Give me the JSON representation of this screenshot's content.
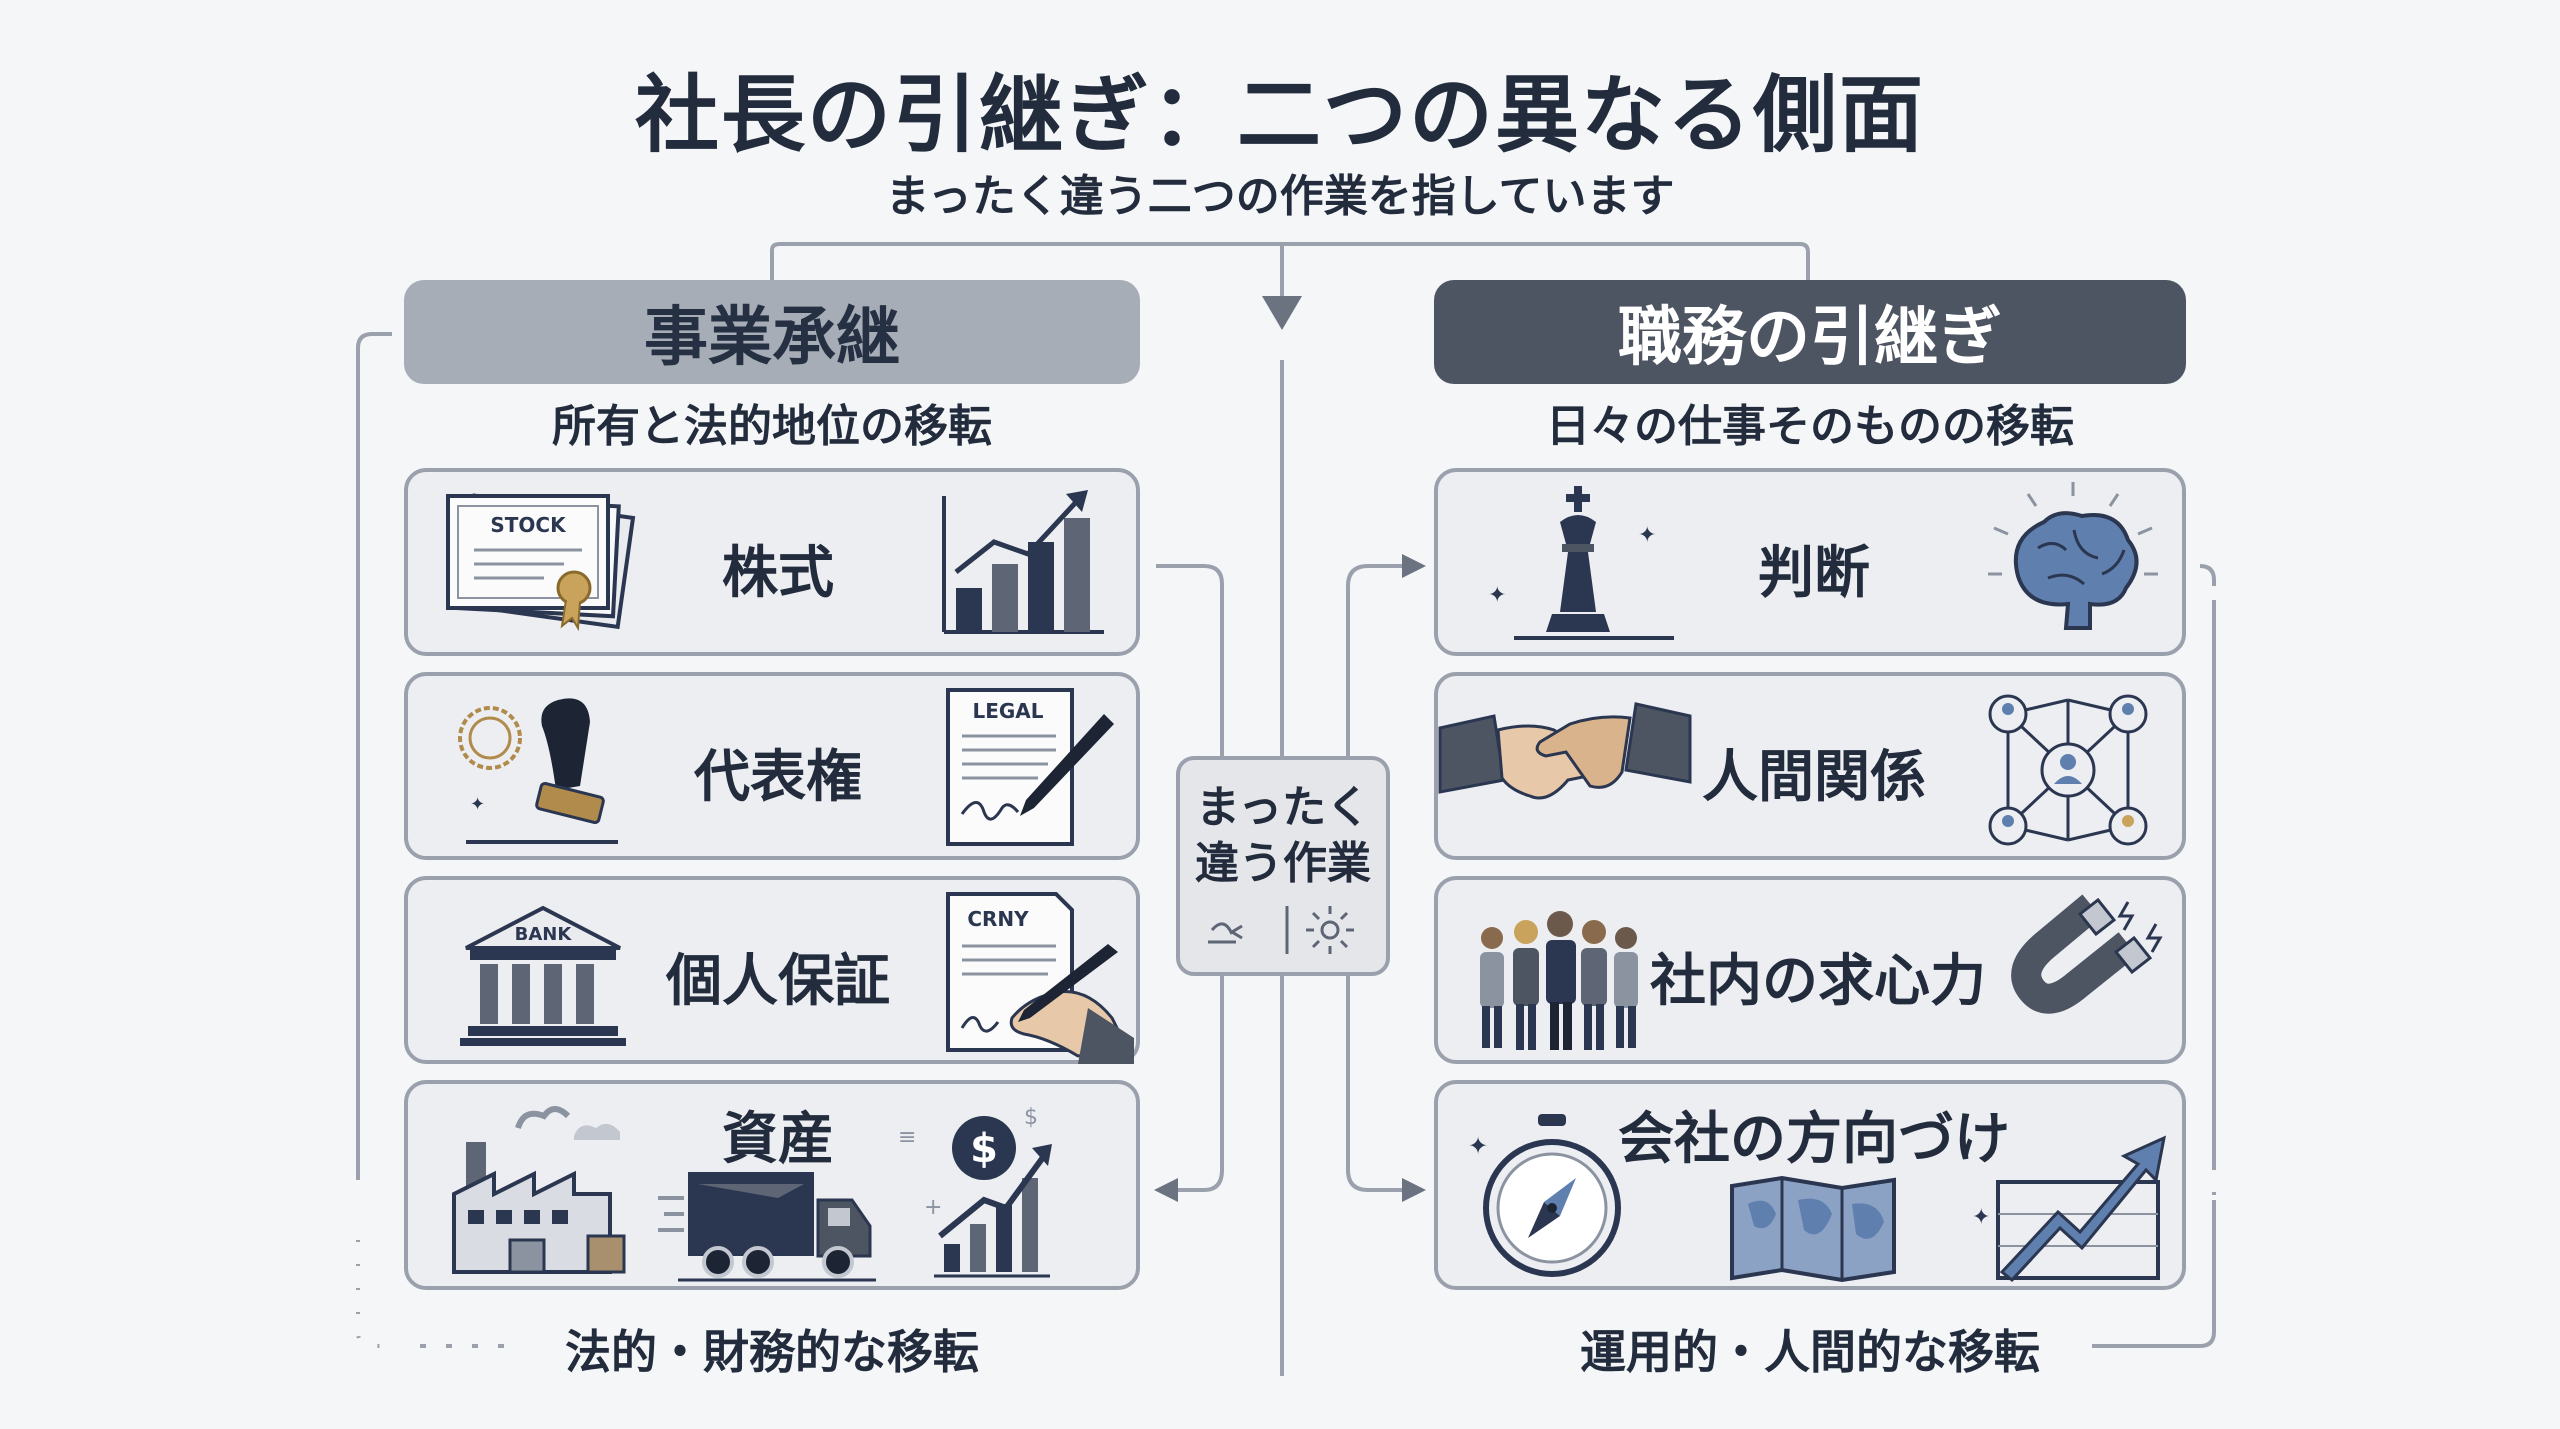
{
  "title": "社長の引継ぎ：二つの異なる側面",
  "subtitle": "まったく違う二つの作業を指しています",
  "left": {
    "header": "事業承継",
    "subheader": "所有と法的地位の移転",
    "footer": "法的・財務的な移転",
    "cards": [
      {
        "label": "株式",
        "doc_text": "STOCK"
      },
      {
        "label": "代表権",
        "doc_text": "LEGAL"
      },
      {
        "label": "個人保証",
        "doc_text": "BANK",
        "doc_text2": "CRNY"
      },
      {
        "label": "資産"
      }
    ]
  },
  "right": {
    "header": "職務の引継ぎ",
    "subheader": "日々の仕事そのものの移転",
    "footer": "運用的・人間的な移転",
    "cards": [
      {
        "label": "判断"
      },
      {
        "label": "人間関係"
      },
      {
        "label": "社内の求心力"
      },
      {
        "label": "会社の方向づけ"
      }
    ]
  },
  "center": {
    "line1": "まったく",
    "line2": "違う作業"
  },
  "colors": {
    "background": "#f5f6f8",
    "left_header": "#a7adb7",
    "right_header": "#4e5562",
    "card_fill": "#eceef2",
    "card_border": "#9aa1ac",
    "navy": "#2b3650"
  }
}
